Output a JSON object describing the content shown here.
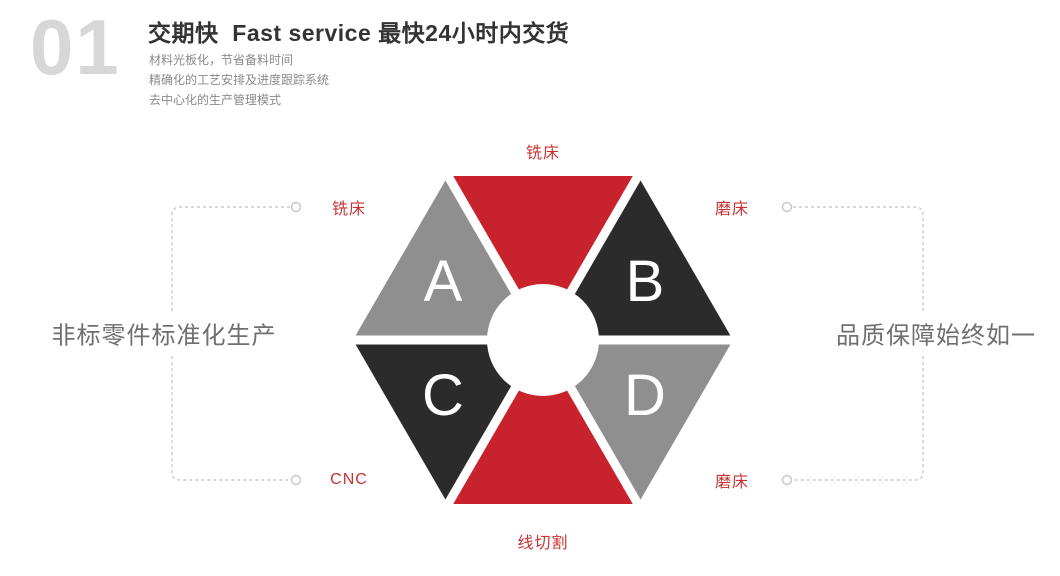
{
  "header": {
    "number": "01",
    "title": "交期快  Fast service 最快24小时内交货",
    "bullets": [
      "材料光板化，节省备料时间",
      "精确化的工艺安排及进度跟踪系统",
      "去中心化的生产管理模式"
    ]
  },
  "captions": {
    "left": "非标零件标准化生产",
    "right": "品质保障始终如一"
  },
  "diagram": {
    "labels": {
      "top": "铣床",
      "upper_left": "铣床",
      "upper_right": "磨床",
      "lower_left": "CNC",
      "lower_right": "磨床",
      "bottom": "线切割"
    },
    "letters": {
      "a": "A",
      "b": "B",
      "c": "C",
      "d": "D"
    },
    "colors": {
      "red": "#c8232c",
      "dark": "#2b2b2b",
      "gray": "#8f8f8f",
      "label_red": "#c63333",
      "dash_gray": "#cccccc",
      "number_gray": "#d7d7d7"
    }
  }
}
